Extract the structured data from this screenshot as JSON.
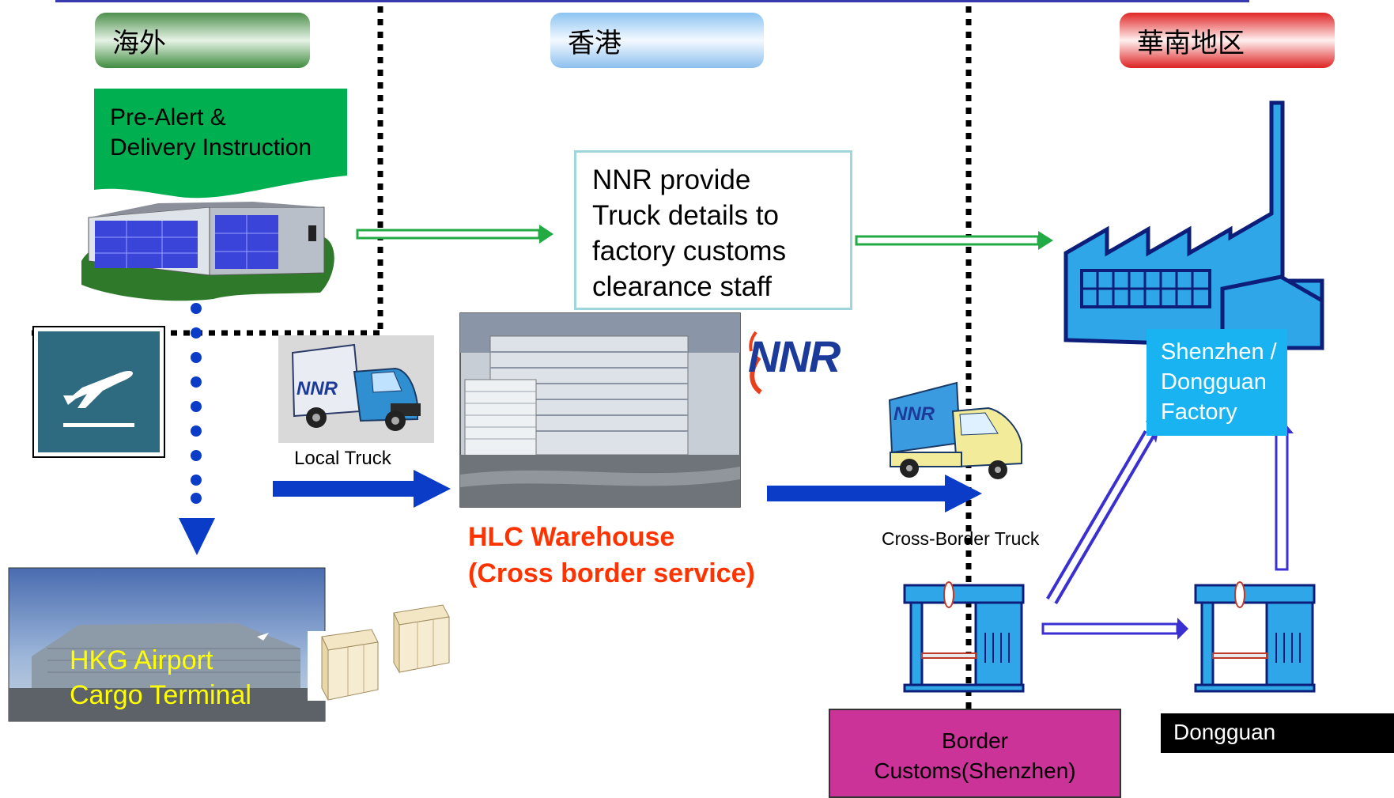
{
  "regions": {
    "overseas": "海外",
    "hongkong": "香港",
    "south_china": "華南地区"
  },
  "pre_alert": {
    "line1": "Pre-Alert &",
    "line2": "Delivery Instruction"
  },
  "nnr_note": {
    "line1": "NNR provide",
    "line2": "Truck details to",
    "line3": "factory customs",
    "line4": "clearance staff"
  },
  "local_truck_label": "Local Truck",
  "truck_logo_text": "NNR",
  "nnr_logo": "NNR",
  "hlc": {
    "line1": "HLC Warehouse",
    "line2": "(Cross border service)"
  },
  "cross_border_truck_label": "Cross-Border Truck",
  "airport": {
    "line1": "HKG Airport",
    "line2": "Cargo Terminal"
  },
  "factory": {
    "line1": "Shenzhen /",
    "line2": "Dongguan",
    "line3": "Factory"
  },
  "border_customs": {
    "line1": "Border",
    "line2": "Customs(Shenzhen)"
  },
  "dongguan_label": "Dongguan",
  "colors": {
    "green_box": "#00b050",
    "flow_green": "#22aa44",
    "flow_blue": "#0a3cc8",
    "hlc_red": "#ff3300",
    "customs_magenta": "#cc3399",
    "factory_blue": "#2ea6e8",
    "airport_label_yellow": "#ffff00"
  }
}
